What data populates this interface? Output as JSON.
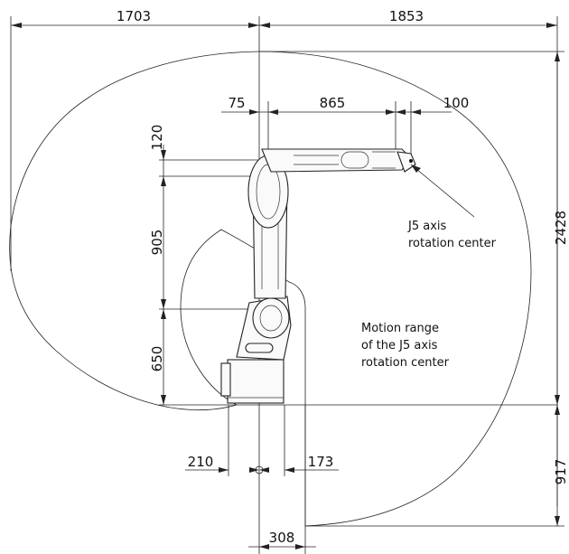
{
  "dimensions": {
    "left_reach": "1703",
    "right_reach": "1853",
    "offset_75": "75",
    "arm_865": "865",
    "wrist_100": "100",
    "height_120": "120",
    "arm_905": "905",
    "base_650": "650",
    "total_2428": "2428",
    "below_917": "917",
    "base_210": "210",
    "base_173": "173",
    "base_308": "308"
  },
  "annotations": {
    "j5_center_line1": "J5 axis",
    "j5_center_line2": "rotation center",
    "motion_line1": "Motion range",
    "motion_line2": "of the J5 axis",
    "motion_line3": "rotation center"
  }
}
